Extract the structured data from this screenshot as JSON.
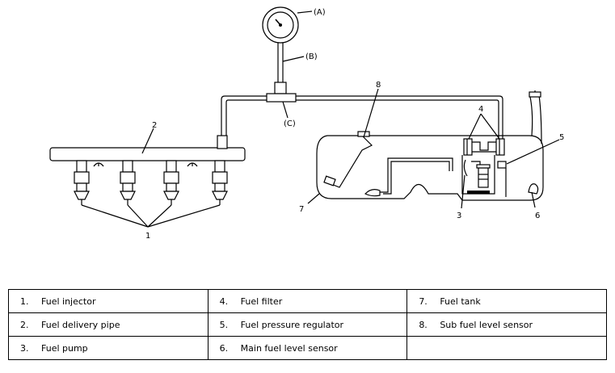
{
  "callouts": {
    "a": "(A)",
    "b": "(B)",
    "c": "(C)",
    "n1": "1",
    "n2": "2",
    "n3": "3",
    "n4": "4",
    "n5": "5",
    "n6": "6",
    "n7": "7",
    "n8": "8"
  },
  "legend": {
    "rows": [
      [
        {
          "num": "1.",
          "text": "Fuel injector"
        },
        {
          "num": "4.",
          "text": "Fuel filter"
        },
        {
          "num": "7.",
          "text": "Fuel tank"
        }
      ],
      [
        {
          "num": "2.",
          "text": "Fuel delivery pipe"
        },
        {
          "num": "5.",
          "text": "Fuel pressure regulator"
        },
        {
          "num": "8.",
          "text": "Sub fuel level sensor"
        }
      ],
      [
        {
          "num": "3.",
          "text": "Fuel pump"
        },
        {
          "num": "6.",
          "text": "Main fuel level sensor"
        },
        {
          "num": "",
          "text": ""
        }
      ]
    ]
  }
}
